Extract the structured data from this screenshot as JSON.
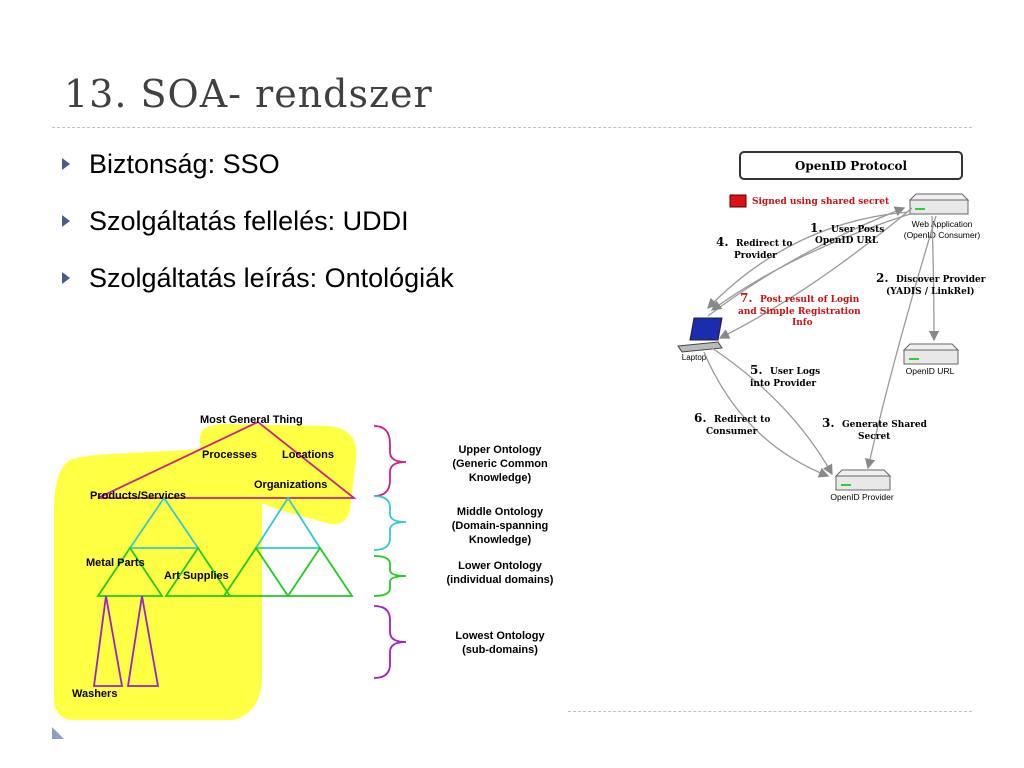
{
  "slide": {
    "title": "13. SOA- rendszer",
    "bullets": [
      "Biztonság: SSO",
      "Szolgáltatás fellelés: UDDI",
      "Szolgáltatás leírás: Ontológiák"
    ]
  },
  "openid": {
    "title": "OpenID Protocol",
    "legend": "Signed using shared secret",
    "nodes": {
      "web_app_1": "Web Application",
      "web_app_2": "(OpenID Consumer)",
      "openid_url": "OpenID URL",
      "provider": "OpenID Provider",
      "laptop": "Laptop"
    },
    "steps": {
      "s1_num": "1.",
      "s1_a": "User Posts",
      "s1_b": "OpenID URL",
      "s2_num": "2.",
      "s2_a": "Discover Provider",
      "s2_b": "(YADIS / LinkRel)",
      "s3_num": "3.",
      "s3_a": "Generate Shared",
      "s3_b": "Secret",
      "s4_num": "4.",
      "s4_a": "Redirect to",
      "s4_b": "Provider",
      "s5_num": "5.",
      "s5_a": "User Logs",
      "s5_b": "into Provider",
      "s6_num": "6.",
      "s6_a": "Redirect to",
      "s6_b": "Consumer",
      "s7_num": "7.",
      "s7_a": "Post result of Login",
      "s7_b": "and Simple Registration",
      "s7_c": "Info"
    },
    "colors": {
      "signed": "#cc1111",
      "box_border": "#333333"
    }
  },
  "ontology": {
    "labels": {
      "most_general": "Most General Thing",
      "processes": "Processes",
      "locations": "Locations",
      "organizations": "Organizations",
      "products": "Products/Services",
      "metal_parts": "Metal Parts",
      "art_supplies": "Art Supplies",
      "washers": "Washers"
    },
    "levels": {
      "upper_1": "Upper Ontology",
      "upper_2": "(Generic Common",
      "upper_3": "Knowledge)",
      "middle_1": "Middle Ontology",
      "middle_2": "(Domain-spanning",
      "middle_3": "Knowledge)",
      "lower_1": "Lower Ontology",
      "lower_2": "(individual domains)",
      "lowest_1": "Lowest Ontology",
      "lowest_2": "(sub-domains)"
    },
    "colors": {
      "upper": "#cc2288",
      "middle": "#33cccc",
      "lower": "#22cc22",
      "lowest": "#9922cc",
      "highlight": "#ffff44"
    }
  }
}
